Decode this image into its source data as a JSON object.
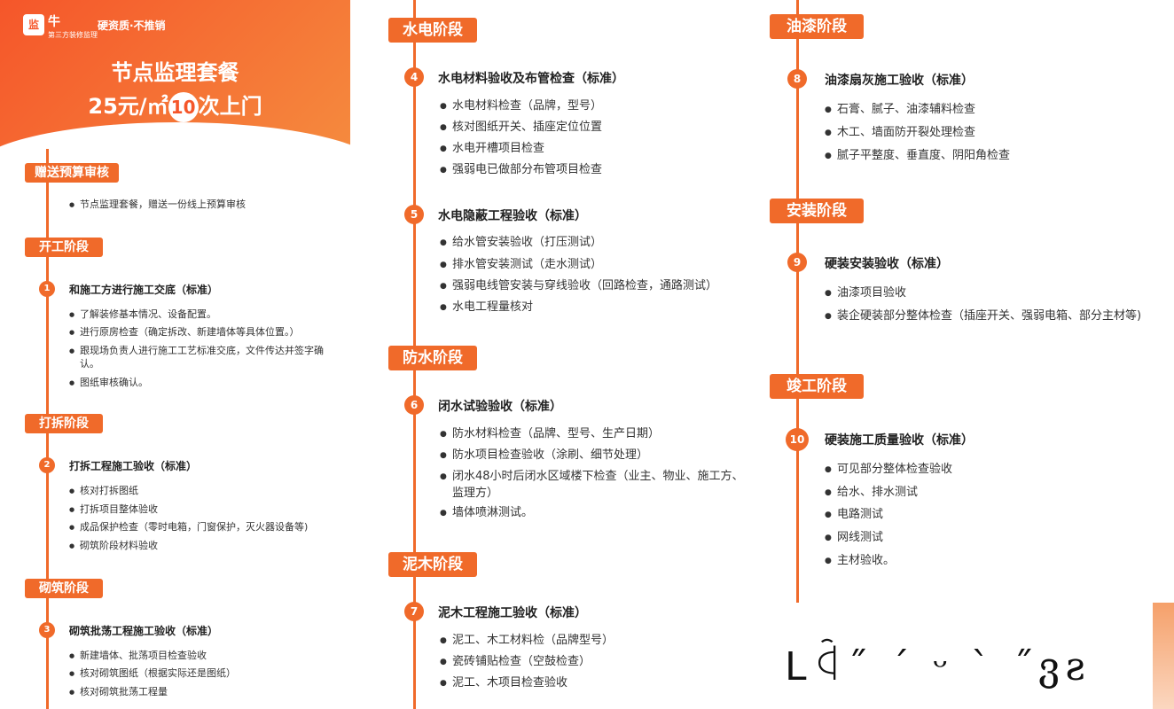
{
  "header": {
    "brand": "牛",
    "brand_sub": "第三方装修监理",
    "slogan": "硬资质·不推销",
    "title": "节点监理套餐",
    "price_prefix": "25元/㎡",
    "price_count": "10",
    "price_suffix": "次上门",
    "logo_text": "监"
  },
  "col1": {
    "pill_gift": "赠送预算审核",
    "gift_items": [
      "节点监理套餐，赠送一份线上预算审核"
    ],
    "pill_start": "开工阶段",
    "step1": {
      "num": "1",
      "title": "和施工方进行施工交底（标准）",
      "items": [
        "了解装修基本情况、设备配置。",
        "进行原房检查（确定拆改、新建墙体等具体位置。）",
        "跟现场负责人进行施工工艺标准交底，文件传达并签字确认。",
        "图纸审核确认。"
      ]
    },
    "pill_demo": "打拆阶段",
    "step2": {
      "num": "2",
      "title": "打拆工程施工验收（标准）",
      "items": [
        "核对打拆图纸",
        "打拆项目整体验收",
        "成品保护检查（零时电箱，门窗保护，灭火器设备等)",
        "砌筑阶段材料验收"
      ]
    },
    "pill_masonry": "砌筑阶段",
    "step3": {
      "num": "3",
      "title": "砌筑批荡工程施工验收（标准）",
      "items": [
        "新建墙体、批荡项目检查验收",
        "核对砌筑图纸（根据实际还是图纸）",
        "核对砌筑批荡工程量"
      ]
    }
  },
  "col2": {
    "pill_hydro": "水电阶段",
    "step4": {
      "num": "4",
      "title": "水电材料验收及布管检查（标准）",
      "items": [
        "水电材料检查（品牌，型号）",
        "核对图纸开关、插座定位位置",
        "水电开槽项目检查",
        "强弱电已做部分布管项目检查"
      ]
    },
    "step5": {
      "num": "5",
      "title": "水电隐蔽工程验收（标准）",
      "items": [
        "给水管安装验收（打压测试）",
        "排水管安装测试（走水测试）",
        "强弱电线管安装与穿线验收（回路检查，通路测试）",
        "水电工程量核对"
      ]
    },
    "pill_water": "防水阶段",
    "step6": {
      "num": "6",
      "title": "闭水试验验收（标准）",
      "items": [
        "防水材料检查（品牌、型号、生产日期）",
        "防水项目检查验收（涂刷、细节处理）",
        "闭水48小时后闭水区域楼下检查（业主、物业、施工方、监理方）",
        "墙体喷淋测试。"
      ]
    },
    "pill_wood": "泥木阶段",
    "step7": {
      "num": "7",
      "title": "泥木工程施工验收（标准）",
      "items": [
        "泥工、木工材料检（品牌型号）",
        "瓷砖铺贴检查（空鼓检查）",
        "泥工、木项目检查验收"
      ]
    }
  },
  "col3": {
    "pill_paint": "油漆阶段",
    "step8": {
      "num": "8",
      "title": "油漆扇灰施工验收（标准）",
      "items": [
        "石膏、腻子、油漆辅料检查",
        "木工、墙面防开裂处理检查",
        "腻子平整度、垂直度、阴阳角检查"
      ]
    },
    "pill_install": "安装阶段",
    "step9": {
      "num": "9",
      "title": "硬装安装验收（标准）",
      "items": [
        "油漆项目验收",
        "装企硬装部分整体检查（插座开关、强弱电箱、部分主材等)"
      ]
    },
    "pill_finish": "竣工阶段",
    "step10": {
      "num": "10",
      "title": "硬装施工质量验收（标准）",
      "items": [
        "可见部分整体检查验收",
        "给水、排水测试",
        "电路测试",
        "网线测试",
        "主材验收。"
      ]
    }
  },
  "handwriting": "ᒪꒈ˝ ˊ ᵕ ˋ ˝ვꙅ",
  "colors": {
    "accent": "#f06a2a",
    "hero_start": "#f5562a",
    "hero_end": "#f58a3e"
  }
}
